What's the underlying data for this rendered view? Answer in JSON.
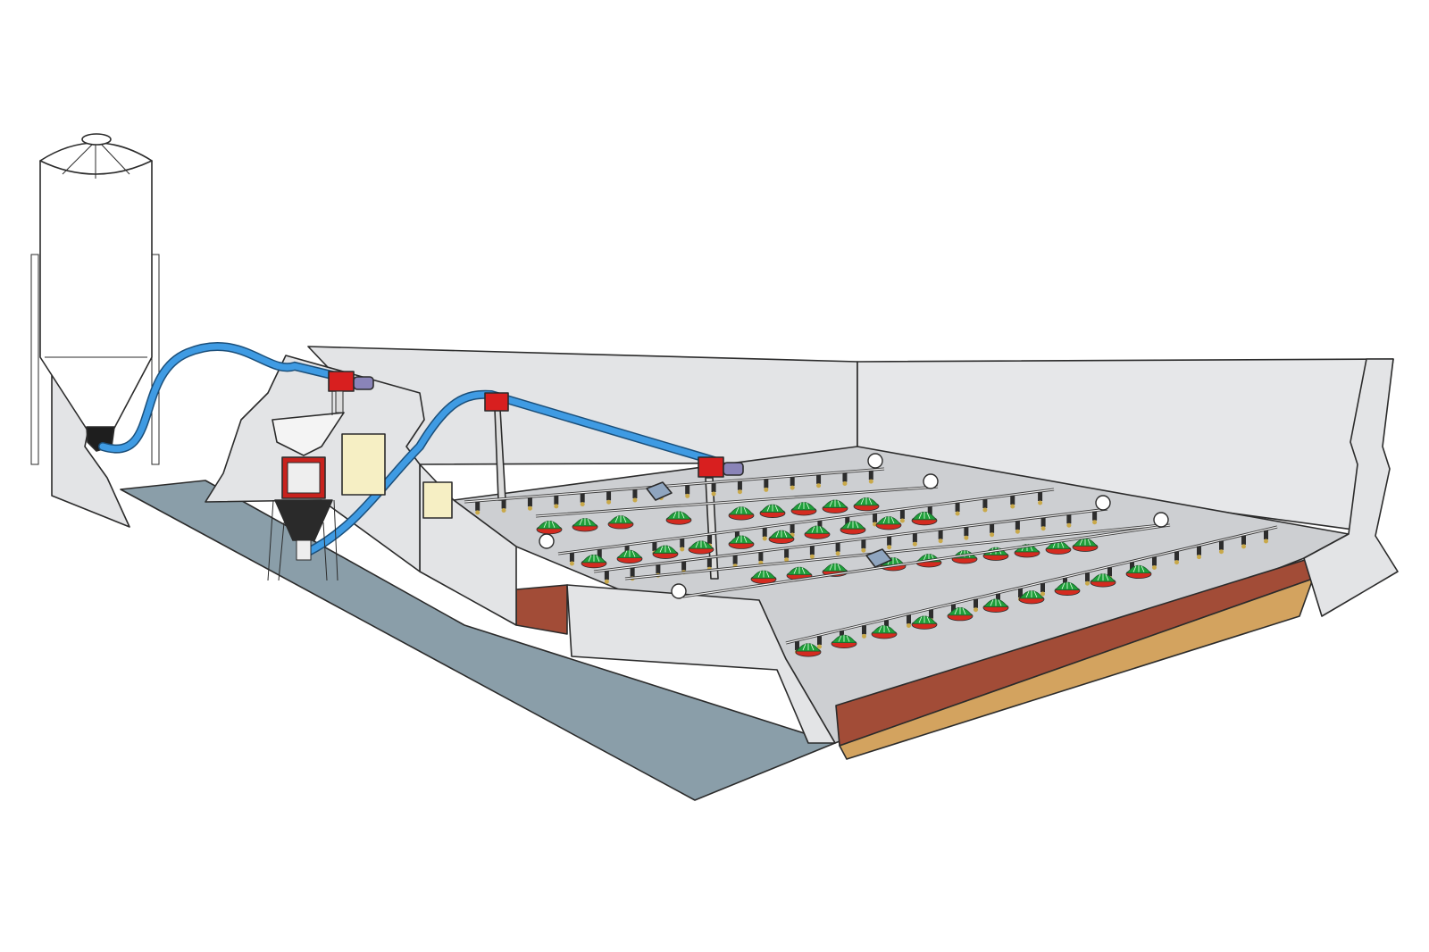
{
  "diagram": {
    "subject": "poultry-house-feeding-system",
    "colors": {
      "background": "#ffffff",
      "wall": "#e3e4e6",
      "wall_edge": "#9a9ea3",
      "outside_ground": "#8a9ea9",
      "inner_floor": "#cdcfd2",
      "soil_upper": "#a24c37",
      "soil_lower": "#d3a35f",
      "feed_pipe": "#3f9be3",
      "motor_red": "#d81f1f",
      "motor_purple": "#8a84b8",
      "feeder_pan_green": "#1f9f3a",
      "feeder_pan_red": "#d42b20",
      "control_box": "#f6efc4",
      "silo": "#ffffff"
    },
    "components": {
      "silo_count": 1,
      "hopper_count": 1,
      "control_box_count": 2,
      "motor_unit_count": 3,
      "feed_line_count": 4,
      "corner_turn_count": 6
    }
  }
}
